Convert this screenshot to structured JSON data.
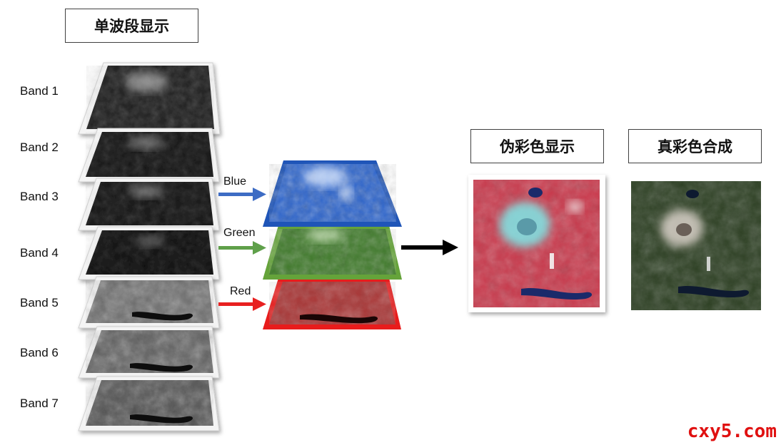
{
  "titles": {
    "single_band": "单波段显示",
    "false_color": "伪彩色显示",
    "true_color": "真彩色合成"
  },
  "bands": [
    "Band 1",
    "Band 2",
    "Band 3",
    "Band 4",
    "Band 5",
    "Band 6",
    "Band 7"
  ],
  "channels": [
    {
      "label": "Blue",
      "color": "#3d6cc4"
    },
    {
      "label": "Green",
      "color": "#5fa04a"
    },
    {
      "label": "Red",
      "color": "#e82020"
    }
  ],
  "colors": {
    "blue_layer": "#2f62c8",
    "green_layer": "#4f8a2c",
    "red_layer": "#b83a3a",
    "false_color_base": "#c9374a",
    "true_color_base": "#2c3f22",
    "main_arrow": "#000000"
  },
  "watermark": "cxy5.com"
}
